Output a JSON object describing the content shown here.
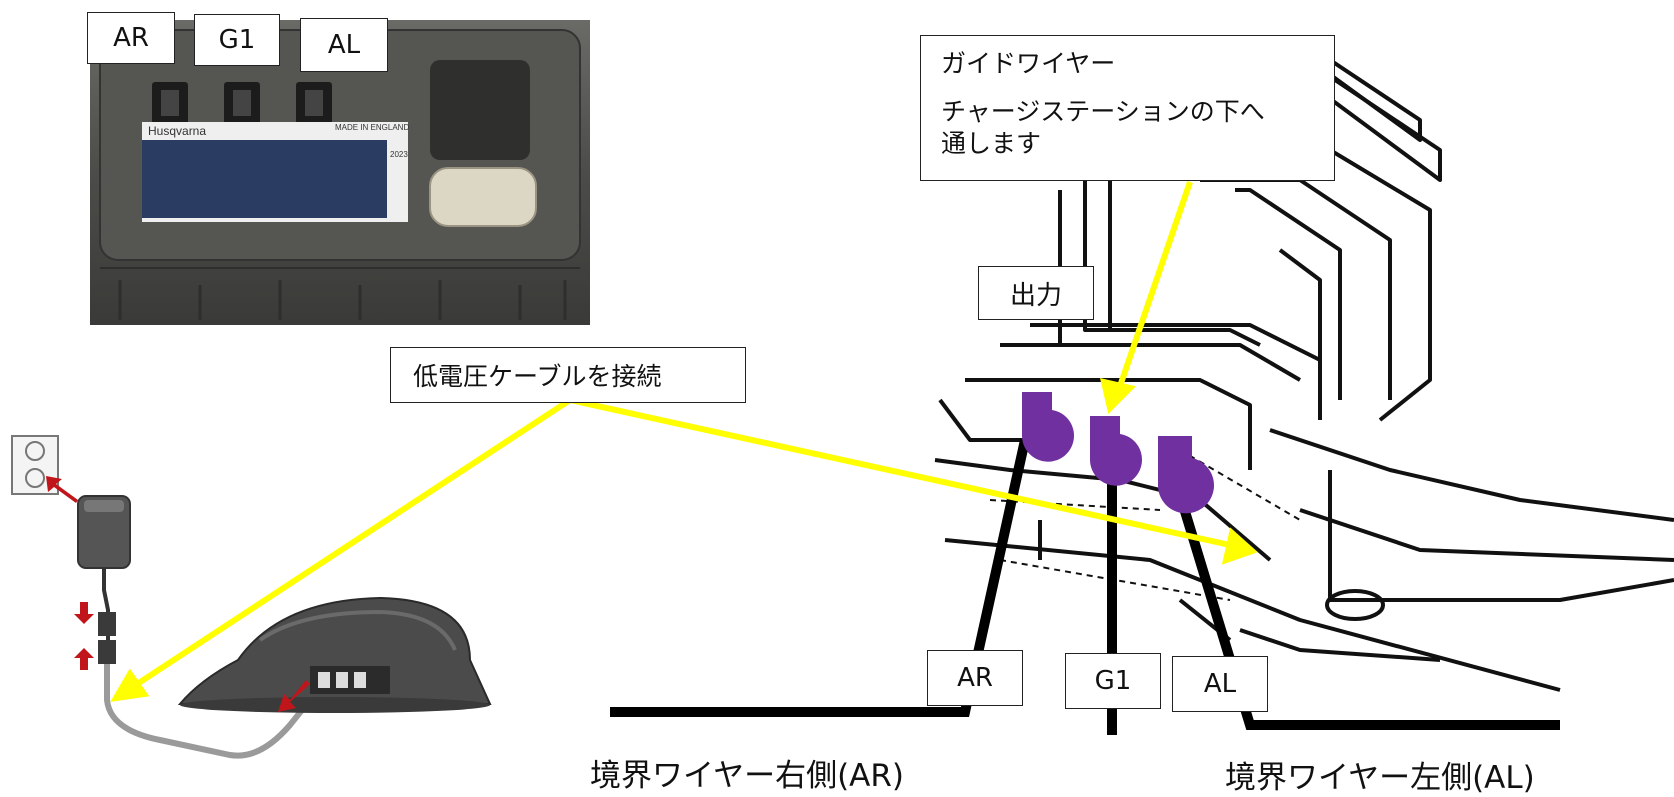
{
  "photo": {
    "brand": "Husqvarna",
    "made_in": "MADE IN ENGLAND",
    "year": "2023",
    "port_labels": [
      "AR",
      "G1",
      "AL"
    ]
  },
  "callouts": {
    "guide_wire_title": "ガイドワイヤー",
    "guide_wire_body_line1": "チャージステーションの下へ",
    "guide_wire_body_line2": "通します",
    "output": "出力",
    "low_voltage": "低電圧ケーブルを接続"
  },
  "station_labels": [
    "AR",
    "G1",
    "AL"
  ],
  "captions": {
    "boundary_right": "境界ワイヤー右側(AR)",
    "boundary_left": "境界ワイヤー左側(AL)"
  },
  "colors": {
    "arrow": "#ffff00",
    "connector": "#7030a0",
    "wire": "#000000",
    "photo_bg": "#4a4a48",
    "label_redaction": "#2b3c62"
  }
}
